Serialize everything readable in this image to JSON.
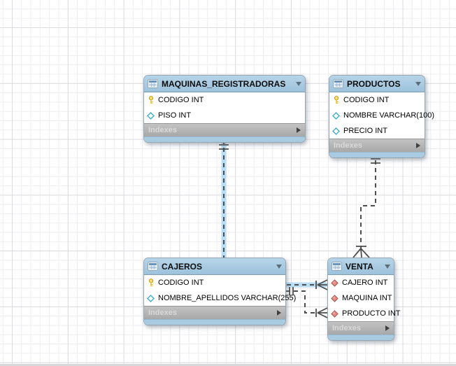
{
  "tables": [
    {
      "title": "MAQUINAS_REGISTRADORAS",
      "columns": [
        {
          "icon": "primary-key-icon",
          "label": "CODIGO INT"
        },
        {
          "icon": "column-icon",
          "label": "PISO INT"
        }
      ],
      "footer_label": "Indexes"
    },
    {
      "title": "PRODUCTOS",
      "columns": [
        {
          "icon": "primary-key-icon",
          "label": "CODIGO INT"
        },
        {
          "icon": "column-icon",
          "label": "NOMBRE VARCHAR(100)"
        },
        {
          "icon": "column-icon",
          "label": "PRECIO INT"
        }
      ],
      "footer_label": "Indexes"
    },
    {
      "title": "CAJEROS",
      "columns": [
        {
          "icon": "primary-key-icon",
          "label": "CODIGO INT"
        },
        {
          "icon": "column-icon",
          "label": "NOMBRE_APELLIDOS VARCHAR(255)"
        }
      ],
      "footer_label": "Indexes"
    },
    {
      "title": "VENTA",
      "columns": [
        {
          "icon": "foreign-key-icon",
          "label": "CAJERO INT"
        },
        {
          "icon": "foreign-key-icon",
          "label": "MAQUINA INT"
        },
        {
          "icon": "foreign-key-icon",
          "label": "PRODUCTO INT"
        }
      ],
      "footer_label": "Indexes"
    }
  ],
  "relationships": [
    {
      "from": "MAQUINAS_REGISTRADORAS",
      "to": "VENTA",
      "line_style": "dashed",
      "highlighted": true,
      "from_notation": "one",
      "to_notation": "many"
    },
    {
      "from": "CAJEROS",
      "to": "VENTA",
      "line_style": "dashed",
      "highlighted": false,
      "from_notation": "one",
      "to_notation": "many"
    },
    {
      "from": "PRODUCTOS",
      "to": "VENTA",
      "line_style": "dashed",
      "highlighted": false,
      "from_notation": "one",
      "to_notation": "many"
    }
  ],
  "colors": {
    "table_header": "#a5c7e0",
    "table_footer": "#a9cbe2",
    "indexes_bar": "#b0b0b0",
    "indexes_text": "#d9d9d9",
    "relationship_line": "#4e4e4e",
    "highlight_glow": "#b5dcf2",
    "primary_key_icon": "#f0c83c",
    "column_diamond": "#35a8cc",
    "foreign_key_diamond": "#ea8c84",
    "grid_minor": "#ededf0",
    "grid_major": "#dcdce0"
  }
}
